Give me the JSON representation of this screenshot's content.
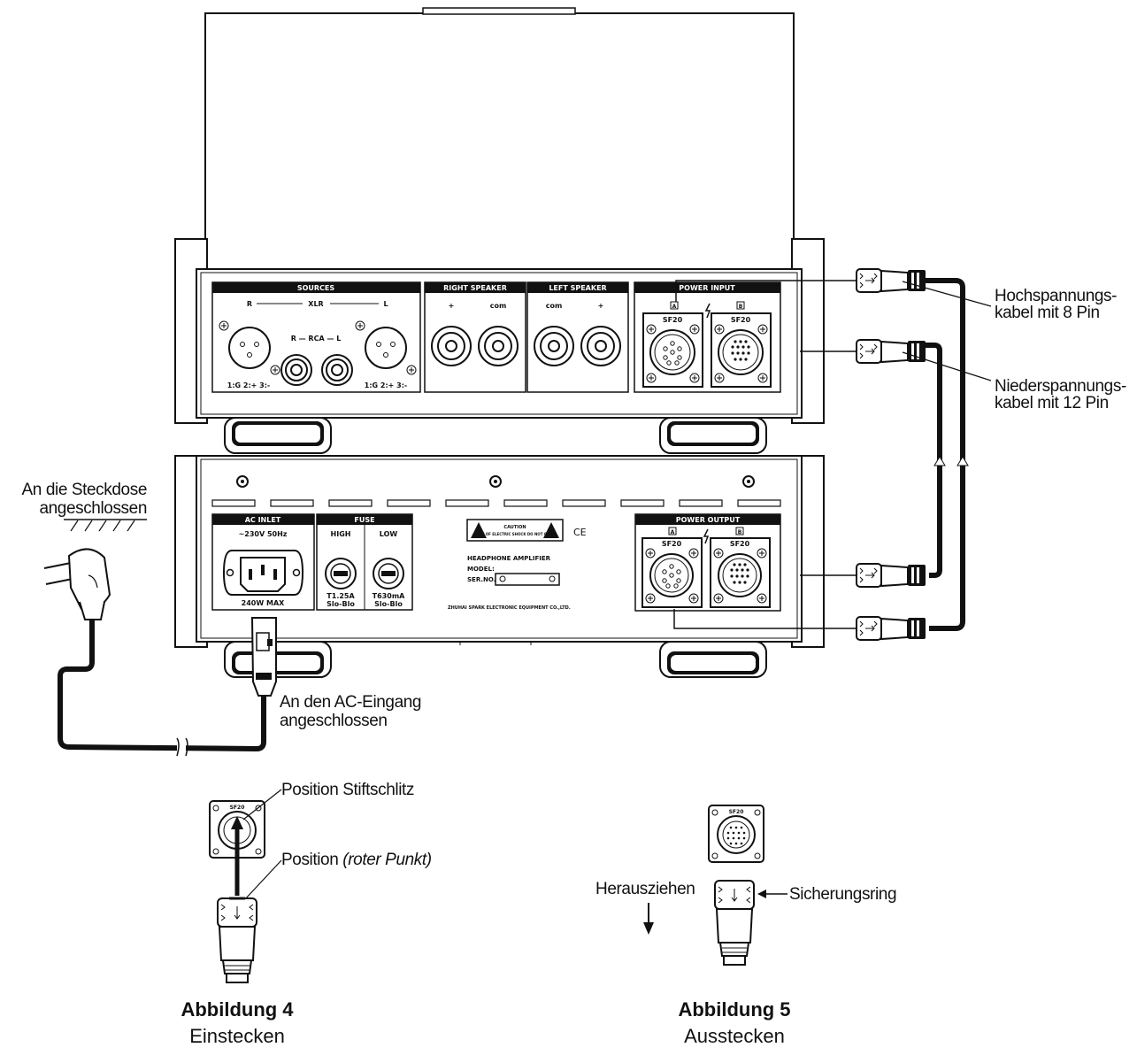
{
  "amp_top": {
    "sources_title": "SOURCES",
    "xlr_r": "R",
    "xlr_label": "XLR",
    "xlr_l": "L",
    "rca_label": "R — RCA — L",
    "xlr_pins": "1:G  2:+  3:-",
    "right_speaker": "RIGHT SPEAKER",
    "left_speaker": "LEFT SPEAKER",
    "plus": "+",
    "com": "com",
    "power_input": "POWER INPUT",
    "conn_a": "A",
    "conn_b": "B",
    "sf20": "SF20"
  },
  "psu": {
    "ac_inlet_title": "AC INLET",
    "voltage": "~230V 50Hz",
    "max_power": "240W MAX",
    "fuse_title": "FUSE",
    "fuse_high": "HIGH",
    "fuse_low": "LOW",
    "fuse_high_rating": "T1.25A",
    "fuse_low_rating": "T630mA",
    "fuse_type": "Slo-Blo",
    "caution": "CAUTION",
    "caution_text": "RISK OF ELECTRIC SHOCK DO NOT OPEN",
    "ce": "CE",
    "product": "HEADPHONE AMPLIFIER",
    "model": "MODEL:",
    "serial": "SER.NO.:",
    "maker": "ZHUHAI SPARK ELECTRONIC EQUIPMENT CO.,LTD.",
    "power_output": "POWER OUTPUT"
  },
  "labels": {
    "hv_cable_1": "Hochspannungs-",
    "hv_cable_2": "kabel mit 8 Pin",
    "lv_cable_1": "Niederspannungs-",
    "lv_cable_2": "kabel mit 12 Pin",
    "socket_1": "An die Steckdose",
    "socket_2": "angeschlossen",
    "ac_in_1": "An den AC-Eingang",
    "ac_in_2": "angeschlossen",
    "pin_slot": "Position Stiftschlitz",
    "position_prefix": "Position",
    "position_italic": "(roter Punkt)",
    "pull_out": "Herausziehen",
    "lock_ring": "Sicherungsring"
  },
  "figures": {
    "fig4_title": "Abbildung 4",
    "fig4_sub": "Einstecken",
    "fig5_title": "Abbildung 5",
    "fig5_sub": "Ausstecken"
  }
}
